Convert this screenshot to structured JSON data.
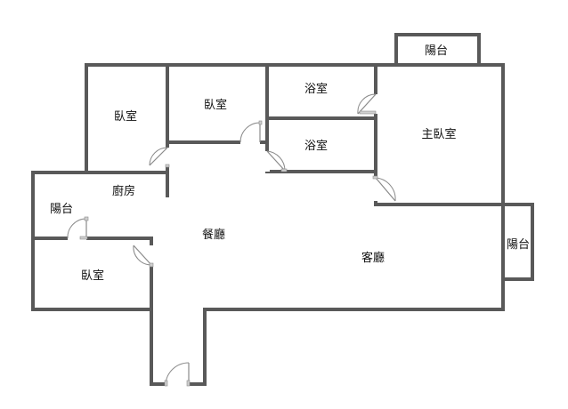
{
  "floorplan": {
    "rooms": {
      "balcony_top": "陽台",
      "bedroom_top_left": "臥室",
      "bedroom_top_center": "臥室",
      "bathroom_top": "浴室",
      "bathroom_lower": "浴室",
      "master_bedroom": "主臥室",
      "kitchen": "廚房",
      "balcony_left": "陽台",
      "dining_room": "餐廳",
      "living_room": "客廳",
      "balcony_right": "陽台",
      "bedroom_bottom_left": "臥室"
    }
  },
  "colors": {
    "wall": "#595959",
    "door": "#8a8a8a",
    "label": "#111111"
  }
}
